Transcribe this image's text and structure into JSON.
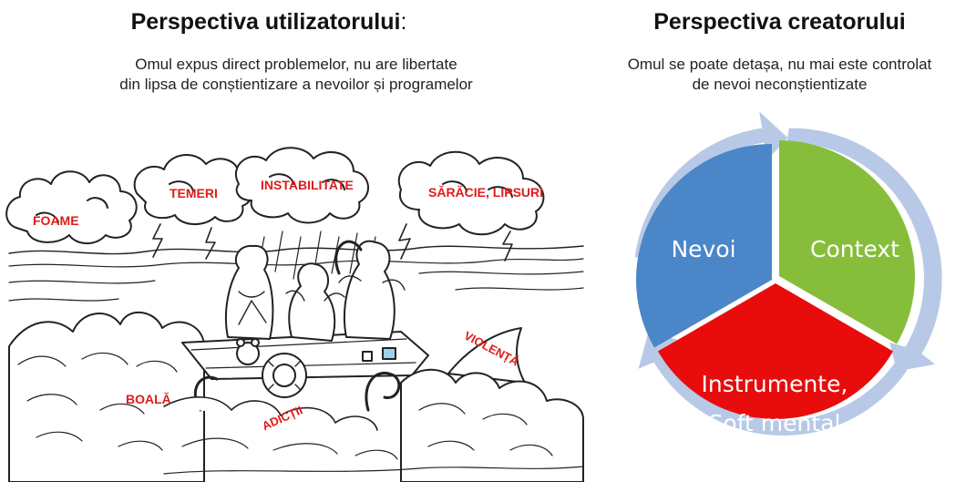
{
  "left": {
    "title": "Perspectiva utilizatorului",
    "title_suffix": ":",
    "subtitle_line1": "Omul expus direct problemelor, nu are libertate",
    "subtitle_line2": "din lipsa de conștientizare a nevoilor și programelor",
    "labels": {
      "foame": "FOAME",
      "temeri": "TEMERI",
      "instabilitate": "INSTABILITATE",
      "saracie": "SĂRĂCIE, LIPSURI",
      "violenta": "VIOLENȚĂ",
      "boala": "BOALĂ",
      "adictii": "ADICȚII"
    },
    "label_color": "#e21a1a"
  },
  "right": {
    "title": "Perspectiva creatorului",
    "subtitle_line1": "Omul se poate detașa, nu mai este controlat",
    "subtitle_line2": "de nevoi neconștientizate",
    "segments": {
      "nevoi": {
        "label": "Nevoi",
        "color": "#4a86c8"
      },
      "context": {
        "label": "Context",
        "color": "#86be3c"
      },
      "instrumente": {
        "line1": "Instrumente,",
        "line2": "Soft mental",
        "color": "#e80c0c"
      }
    },
    "arrow_color": "#b7c9e6"
  }
}
